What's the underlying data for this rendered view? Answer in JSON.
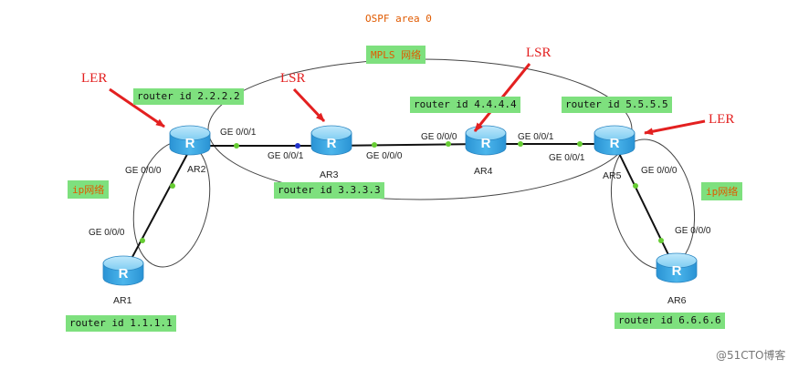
{
  "title": "OSPF area 0",
  "mpls_label": "MPLS 网络",
  "ip_left": "ip网络",
  "ip_right": "ip网络",
  "roles": {
    "ler_left": "LER",
    "lsr_ar3": "LSR",
    "lsr_ar4": "LSR",
    "ler_right": "LER"
  },
  "routers": {
    "ar1": {
      "name": "AR1",
      "router_id": "router id 1.1.1.1"
    },
    "ar2": {
      "name": "AR2",
      "router_id": "router id 2.2.2.2"
    },
    "ar3": {
      "name": "AR3",
      "router_id": "router id 3.3.3.3"
    },
    "ar4": {
      "name": "AR4",
      "router_id": "router id 4.4.4.4"
    },
    "ar5": {
      "name": "AR5",
      "router_id": "router id 5.5.5.5"
    },
    "ar6": {
      "name": "AR6",
      "router_id": "router id 6.6.6.6"
    }
  },
  "interfaces": {
    "ar2_ge001": "GE 0/0/1",
    "ar3_ge001": "GE 0/0/1",
    "ar3_ge000": "GE 0/0/0",
    "ar4_ge000": "GE 0/0/0",
    "ar4_ge001": "GE 0/0/1",
    "ar5_ge001": "GE 0/0/1",
    "ar2_ge000": "GE 0/0/0",
    "ar1_ge000": "GE 0/0/0",
    "ar5_ge000": "GE 0/0/0",
    "ar6_ge000": "GE 0/0/0"
  },
  "watermark": "@51CTO博客",
  "colors": {
    "label_bg": "#7ee07e",
    "title_text": "#e05a00",
    "role_text": "#e32020",
    "router_body": "#3aa6e0"
  }
}
